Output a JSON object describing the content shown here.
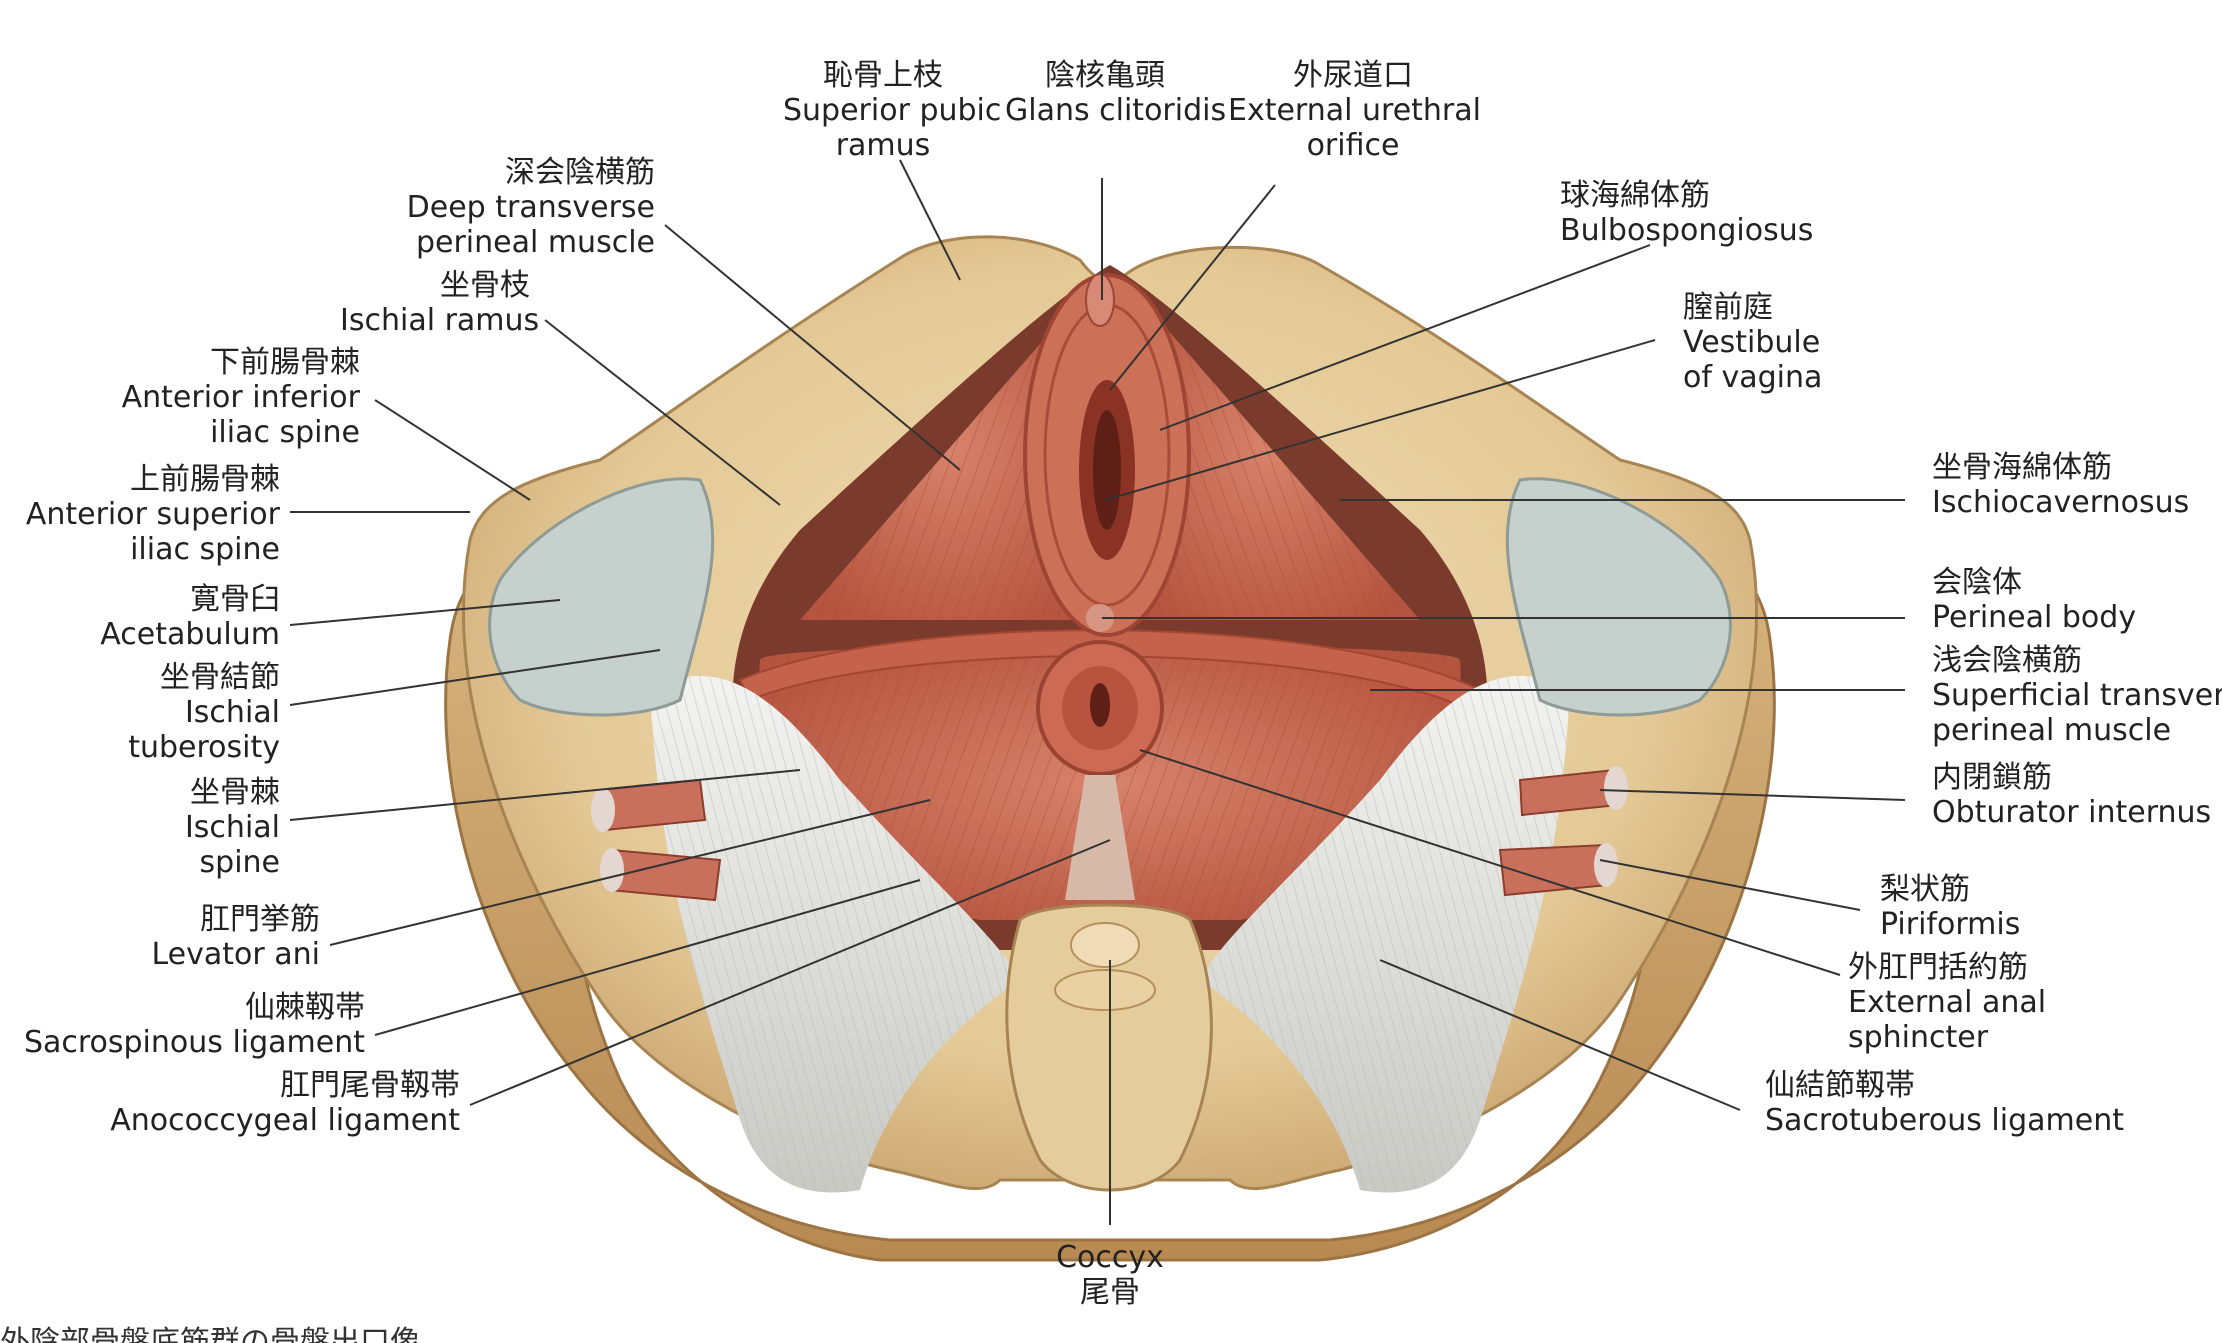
{
  "figure": {
    "colors": {
      "bone": "#e9d3a6",
      "bone_shadow": "#c9a874",
      "muscle": "#c96a55",
      "muscle_dark": "#a94a3a",
      "ligament": "#dcdcd8",
      "cartilage": "#c8d0cc",
      "leader_line": "#333333"
    },
    "labels": [
      {
        "id": "superior-pubic-ramus",
        "jp": "恥骨上枝",
        "en": [
          "Superior pubic",
          "ramus"
        ]
      },
      {
        "id": "glans-clitoridis",
        "jp": "陰核亀頭",
        "en": [
          "Glans clitoridis"
        ]
      },
      {
        "id": "external-urethral-orifice",
        "jp": "外尿道口",
        "en": [
          "External urethral",
          "orifice"
        ]
      },
      {
        "id": "deep-transverse-perineal",
        "jp": "深会陰横筋",
        "en": [
          "Deep transverse",
          "perineal muscle"
        ]
      },
      {
        "id": "ischial-ramus",
        "jp": "坐骨枝",
        "en": [
          "Ischial ramus"
        ]
      },
      {
        "id": "anterior-inferior-iliac-spine",
        "jp": "下前腸骨棘",
        "en": [
          "Anterior inferior",
          "iliac spine"
        ]
      },
      {
        "id": "anterior-superior-iliac-spine",
        "jp": "上前腸骨棘",
        "en": [
          "Anterior superior",
          "iliac spine"
        ]
      },
      {
        "id": "acetabulum",
        "jp": "寛骨臼",
        "en": [
          "Acetabulum"
        ]
      },
      {
        "id": "ischial-tuberosity",
        "jp": "坐骨結節",
        "en": [
          "Ischial",
          "tuberosity"
        ]
      },
      {
        "id": "ischial-spine",
        "jp": "坐骨棘",
        "en": [
          "Ischial",
          "spine"
        ]
      },
      {
        "id": "levator-ani",
        "jp": "肛門挙筋",
        "en": [
          "Levator ani"
        ]
      },
      {
        "id": "sacrospinous-ligament",
        "jp": "仙棘靱帯",
        "en": [
          "Sacrospinous ligament"
        ]
      },
      {
        "id": "anococcygeal-ligament",
        "jp": "肛門尾骨靱帯",
        "en": [
          "Anococcygeal ligament"
        ]
      },
      {
        "id": "bulbospongiosus",
        "jp": "球海綿体筋",
        "en": [
          "Bulbospongiosus"
        ]
      },
      {
        "id": "vestibule-of-vagina",
        "jp": "膣前庭",
        "en": [
          "Vestibule",
          "of vagina"
        ]
      },
      {
        "id": "ischiocavernosus",
        "jp": "坐骨海綿体筋",
        "en": [
          "Ischiocavernosus"
        ]
      },
      {
        "id": "perineal-body",
        "jp": "会陰体",
        "en": [
          "Perineal body"
        ]
      },
      {
        "id": "superficial-transverse-perineal",
        "jp": "浅会陰横筋",
        "en": [
          "Superficial transverse",
          "perineal muscle"
        ]
      },
      {
        "id": "obturator-internus",
        "jp": "内閉鎖筋",
        "en": [
          "Obturator internus"
        ]
      },
      {
        "id": "piriformis",
        "jp": "梨状筋",
        "en": [
          "Piriformis"
        ]
      },
      {
        "id": "external-anal-sphincter",
        "jp": "外肛門括約筋",
        "en": [
          "External anal",
          "sphincter"
        ]
      },
      {
        "id": "sacrotuberous-ligament",
        "jp": "仙結節靱帯",
        "en": [
          "Sacrotuberous ligament"
        ]
      },
      {
        "id": "coccyx",
        "jp": "尾骨",
        "en": [
          "Coccyx"
        ]
      }
    ],
    "footer": {
      "left": "外陰部骨盤底筋群の骨盤出口像"
    }
  }
}
